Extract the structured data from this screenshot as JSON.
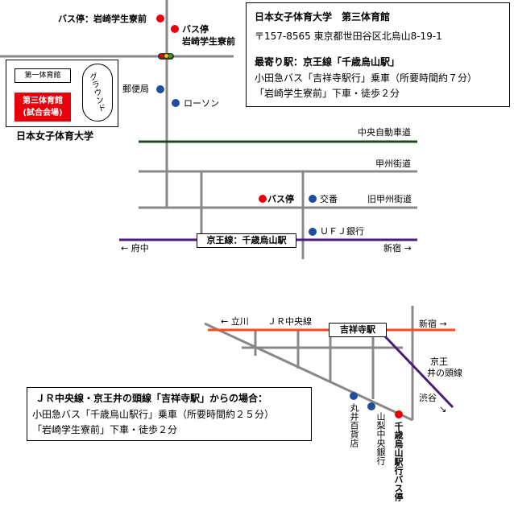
{
  "colors": {
    "road": "#888888",
    "keio_line": "#4b1a7a",
    "jr_line": "#ff4a1a",
    "expressway": "#1d4a1d",
    "bus_stop": "#e8000b",
    "landmark": "#1f4ea0",
    "gym_box": "#e8000b"
  },
  "info_box": {
    "title": "日本女子体育大学　第三体育館",
    "address": "〒157-8565 東京都世田谷区北烏山8-19-1",
    "nearest_station": "最寄り駅：京王線「千歳烏山駅」",
    "route_line1": "小田急バス「吉祥寺駅行」乗車（所要時間約７分）",
    "route_line2": "「岩崎学生寮前」下車・徒歩２分"
  },
  "campus": {
    "first_gym": "第一体育館",
    "third_gym_line1": "第三体育館",
    "third_gym_line2": "(試合会場)",
    "ground": "グラウンド",
    "university": "日本女子体育大学"
  },
  "top_map": {
    "bus_stop_iwasaki_left": "バス停：岩崎学生寮前",
    "bus_stop_iwasaki_right_1": "バス停",
    "bus_stop_iwasaki_right_2": "岩崎学生寮前",
    "post_office": "郵便局",
    "lawson": "ローソン",
    "chuo_expressway": "中央自動車道",
    "koshu_kaido": "甲州街道",
    "bus_stop": "バス停",
    "police_box": "交番",
    "old_koshu_kaido": "旧甲州街道",
    "ufj_bank": "ＵＦＪ銀行",
    "station": "京王線：千歳烏山駅",
    "to_fuchu": "← 府中",
    "to_shinjuku": "新宿 →"
  },
  "bottom_map": {
    "to_tachikawa": "← 立川",
    "jr_chuo_line": "ＪＲ中央線",
    "station": "吉祥寺駅",
    "to_shinjuku": "新宿 →",
    "keio_inokashira_1": "京王",
    "keio_inokashira_2": "井の頭線",
    "to_shibuya": "渋谷",
    "marui": "丸井百貨店",
    "yamanashi_chuo_bank": "山梨中央銀行",
    "chitose_bus_stop": "千歳烏山駅行バス停"
  },
  "info_box2": {
    "title": "ＪＲ中央線・京王井の頭線「吉祥寺駅」からの場合：",
    "route_line1": "小田急バス「千歳烏山駅行」乗車（所要時間約２５分）",
    "route_line2": "「岩崎学生寮前」下車・徒歩２分"
  }
}
